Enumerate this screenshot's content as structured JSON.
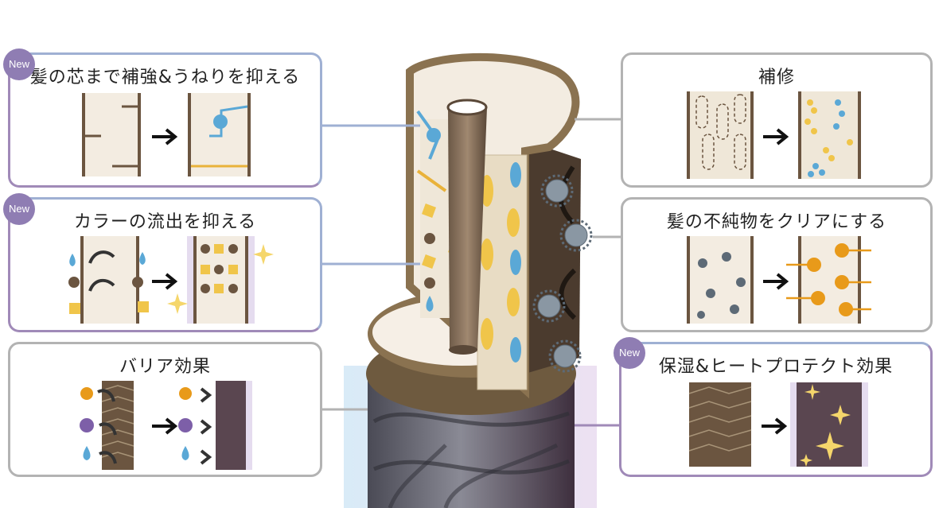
{
  "badge_text": "New",
  "panels": {
    "reinforce": {
      "title": "髪の芯まで補強&うねりを抑える",
      "new": true
    },
    "color": {
      "title": "カラーの流出を抑える",
      "new": true
    },
    "barrier": {
      "title": "バリア効果",
      "new": false
    },
    "repair": {
      "title": "補修",
      "new": false
    },
    "impurity": {
      "title": "髪の不純物をクリアにする",
      "new": false
    },
    "protect": {
      "title": "保湿&ヒートプロテクト効果",
      "new": true
    }
  },
  "colors": {
    "panel_blue": "#9fb0d3",
    "panel_purple": "#a08ab8",
    "panel_gray": "#b3b3b3",
    "badge": "#8f7db3",
    "hair_brown": "#6b5540",
    "cortex_cream": "#f3ece1",
    "yellow": "#f0c54a",
    "droplet_blue": "#5aa8d6",
    "impurity_gray": "#8a97a3",
    "orange": "#e89a1a"
  }
}
